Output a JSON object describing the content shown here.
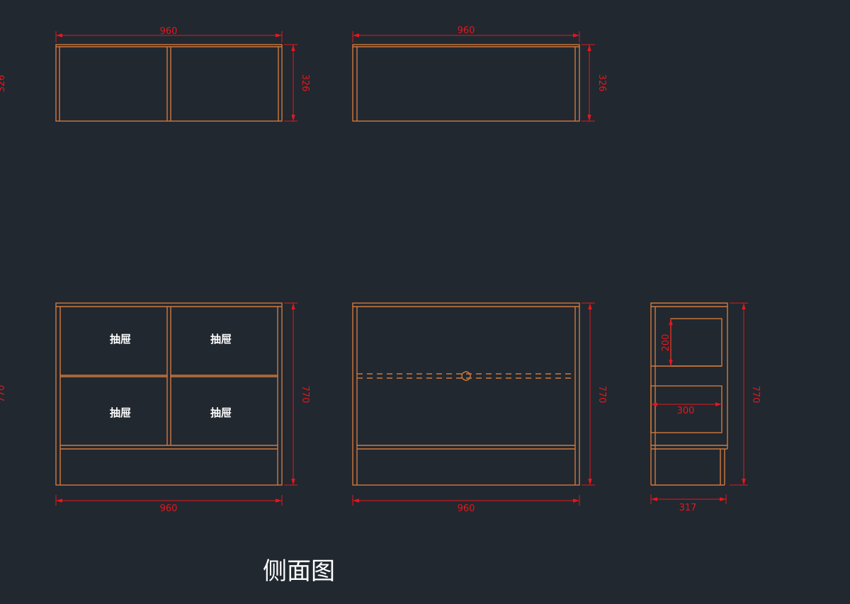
{
  "title": "侧面图",
  "colors": {
    "background": "#212830",
    "object_line": "#d2783c",
    "dimension_line": "#e8161c",
    "text": "#ffffff"
  },
  "views": {
    "top_left": {
      "width_dim": "960",
      "height_dim": "326"
    },
    "top_right": {
      "width_dim": "960",
      "height_dim": "326"
    },
    "front": {
      "width_dim": "960",
      "height_dim": "770",
      "drawers": [
        "抽屉",
        "抽屉",
        "抽屉",
        "抽屉"
      ]
    },
    "back": {
      "width_dim": "960",
      "height_dim": "770"
    },
    "side": {
      "width_dim": "317",
      "height_dim": "770",
      "inner_height_dim": "200",
      "inner_width_dim": "300"
    }
  },
  "edge_fragments": [
    "326",
    "770"
  ]
}
